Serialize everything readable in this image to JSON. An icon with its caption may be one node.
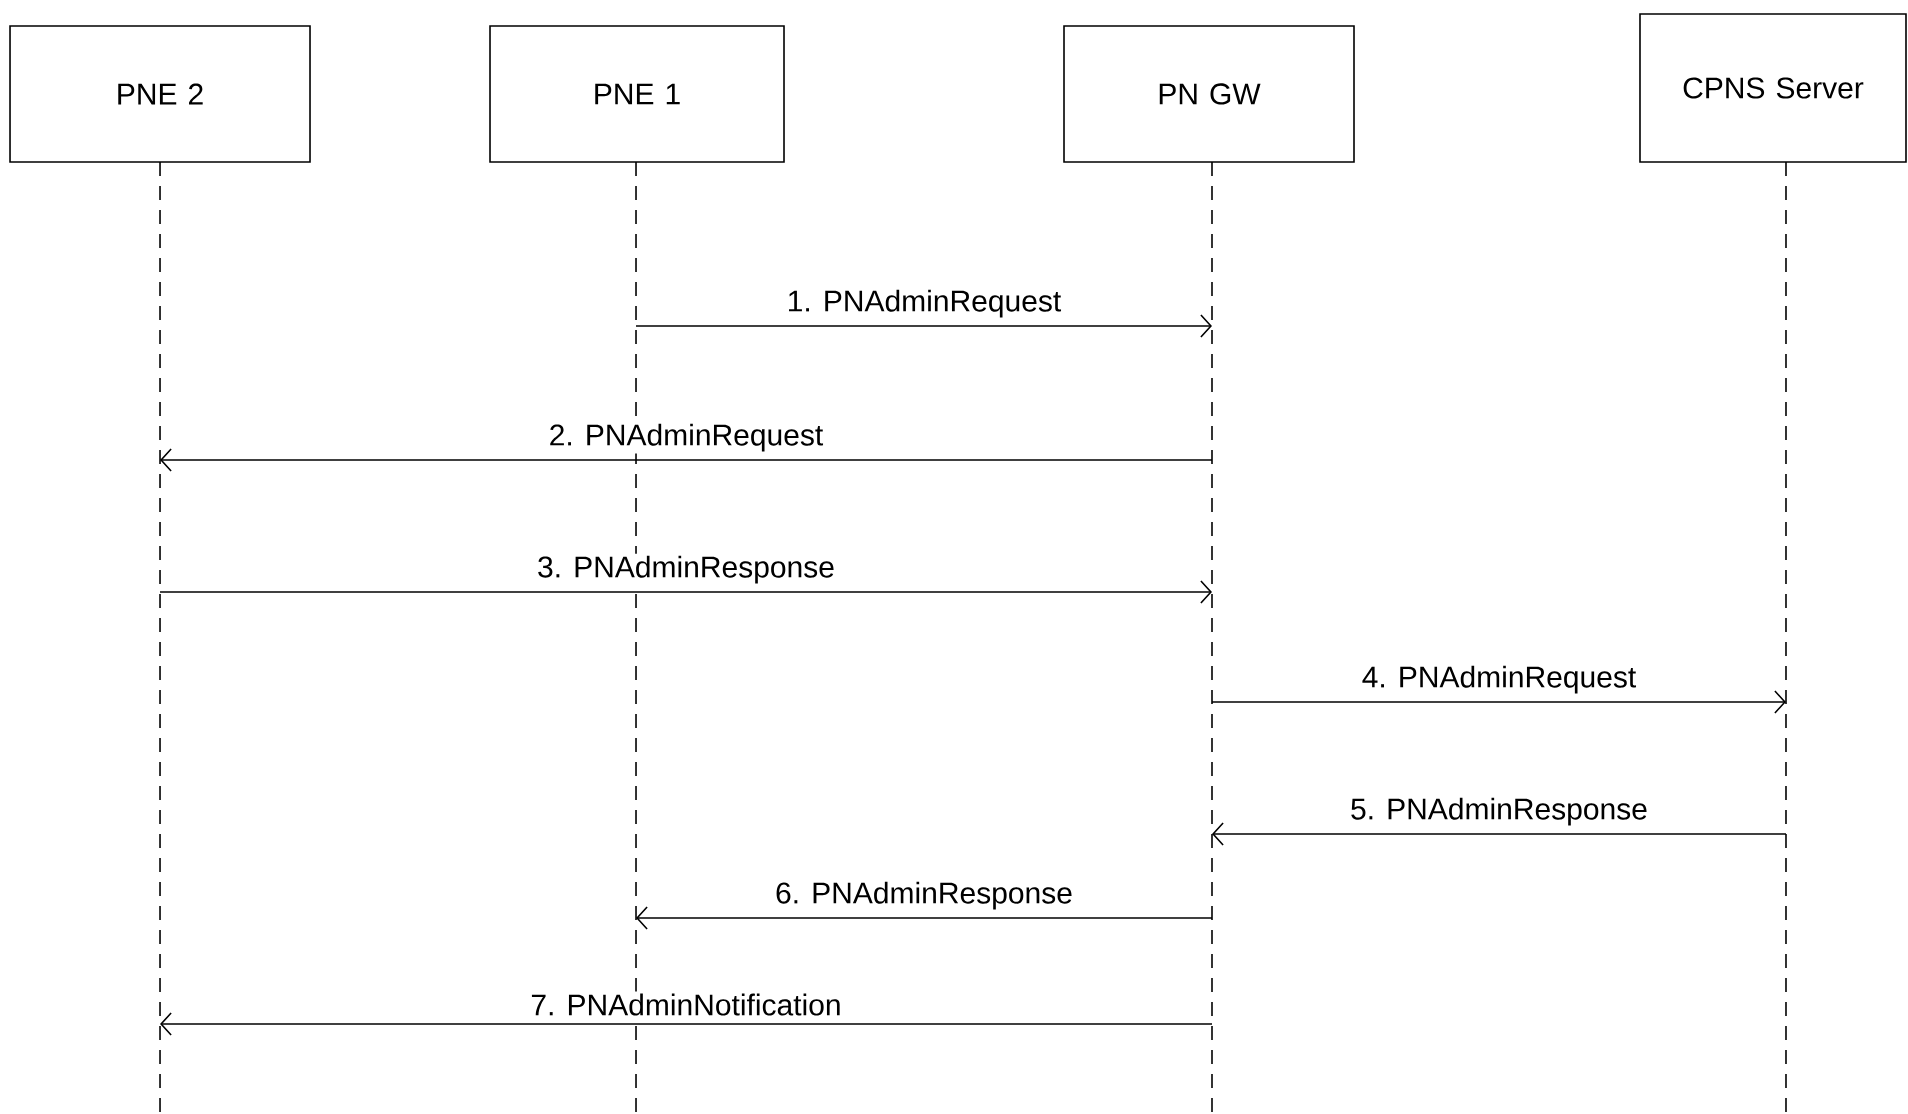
{
  "diagram": {
    "nodes": [
      {
        "text": [
          "PNE 2"
        ]
      },
      {
        "text": [
          "PNE 1"
        ]
      },
      {
        "text": [
          "PN GW"
        ]
      },
      {
        "text": [
          "CPNS Server"
        ]
      },
      {
        "text": [],
        "shape": "line"
      },
      {
        "text": [],
        "shape": "line"
      },
      {
        "text": [],
        "shape": "line"
      },
      {
        "text": [],
        "shape": "line"
      }
    ],
    "edges": [
      {
        "from": 5,
        "to": 6,
        "arrow": "to",
        "label": "1. PNAdminRequest"
      },
      {
        "from": 6,
        "to": 4,
        "arrow": "to",
        "label": "2. PNAdminRequest"
      },
      {
        "from": 4,
        "to": 6,
        "arrow": "to",
        "label": "3. PNAdminResponse"
      },
      {
        "from": 6,
        "to": 7,
        "arrow": "to",
        "label": "4. PNAdminRequest"
      },
      {
        "from": 7,
        "to": 6,
        "arrow": "to",
        "label": "5. PNAdminResponse"
      },
      {
        "from": 6,
        "to": 5,
        "arrow": "to",
        "label": "6. PNAdminResponse"
      },
      {
        "from": 6,
        "to": 4,
        "arrow": "to",
        "label": "7. PNAdminNotification"
      }
    ]
  }
}
